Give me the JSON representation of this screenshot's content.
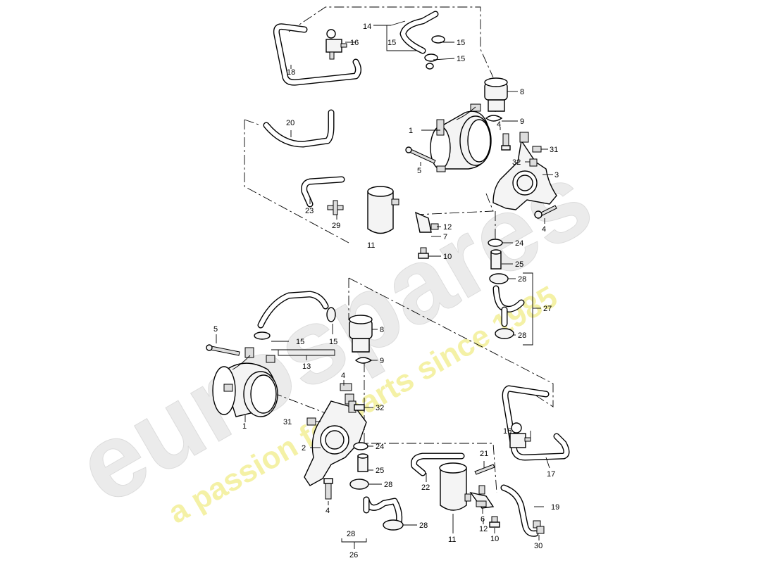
{
  "watermark": {
    "brand": "eurospares",
    "tagline": "a passion for parts since 1985",
    "brand_color": "#e9e9e9",
    "tagline_color": "#f3f0a0"
  },
  "callouts": {
    "c1a": "1",
    "c1b": "1",
    "c2": "2",
    "c3": "3",
    "c4a": "4",
    "c4b": "4",
    "c4c": "4",
    "c5a": "5",
    "c5b": "5",
    "c6": "6",
    "c7": "7",
    "c8a": "8",
    "c8b": "8",
    "c9a": "9",
    "c9b": "9",
    "c10a": "10",
    "c10b": "10",
    "c11a": "11",
    "c11b": "11",
    "c12a": "12",
    "c12b": "12",
    "c13": "13",
    "c14": "14",
    "c15a": "15",
    "c15b": "15",
    "c15c": "15",
    "c15d": "15",
    "c15e": "15",
    "c16a": "16",
    "c16b": "16",
    "c17": "17",
    "c18": "18",
    "c19": "19",
    "c20": "20",
    "c21": "21",
    "c22": "22",
    "c23": "23",
    "c24a": "24",
    "c24b": "24",
    "c25a": "25",
    "c25b": "25",
    "c26": "26",
    "c27": "27",
    "c28a": "28",
    "c28b": "28",
    "c28c": "28",
    "c28d": "28",
    "c28e": "28",
    "c29": "29",
    "c30": "30",
    "c31a": "31",
    "c31b": "31",
    "c32a": "32",
    "c32b": "32"
  }
}
